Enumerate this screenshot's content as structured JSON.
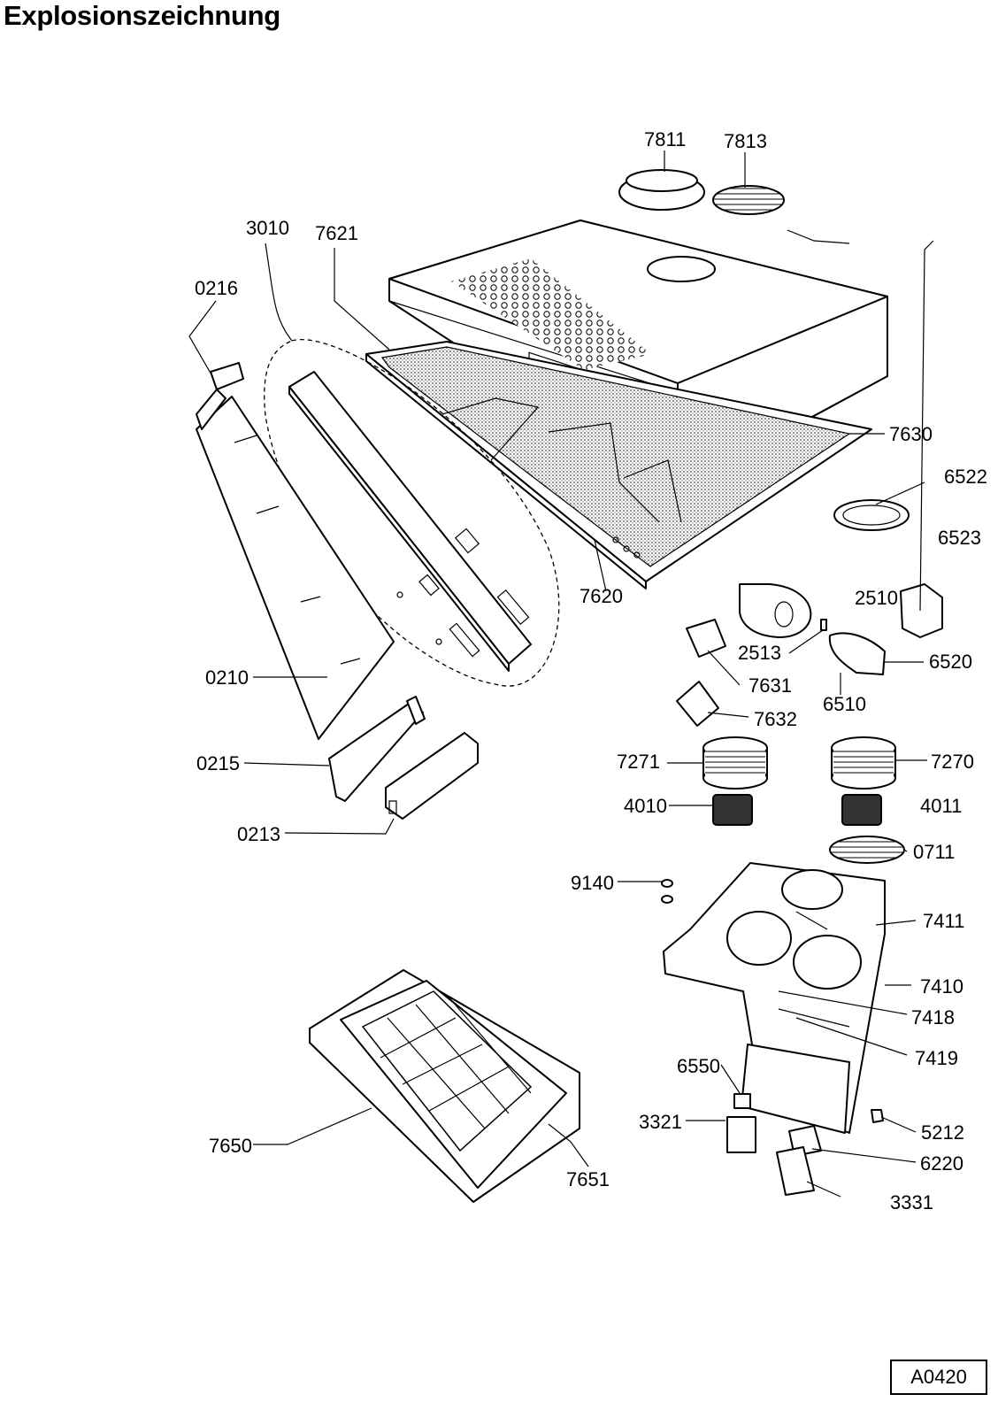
{
  "title": "Explosionszeichnung",
  "drawing_code": "A0420",
  "part_labels": {
    "p7811": "7811",
    "p7813": "7813",
    "p3010": "3010",
    "p7621": "7621",
    "p0216": "0216",
    "p7630": "7630",
    "p6522": "6522",
    "p6523": "6523",
    "p2510": "2510",
    "p7620": "7620",
    "p2513": "2513",
    "p6520": "6520",
    "p7631": "7631",
    "p6510": "6510",
    "p0210": "0210",
    "p7632": "7632",
    "p0215": "0215",
    "p7271": "7271",
    "p7270": "7270",
    "p4010": "4010",
    "p4011": "4011",
    "p0213": "0213",
    "p0711": "0711",
    "p9140": "9140",
    "p7411": "7411",
    "p7410": "7410",
    "p7418": "7418",
    "p7419": "7419",
    "p6550": "6550",
    "p3321": "3321",
    "p5212": "5212",
    "p7650": "7650",
    "p7651": "7651",
    "p6220": "6220",
    "p3331": "3331"
  }
}
